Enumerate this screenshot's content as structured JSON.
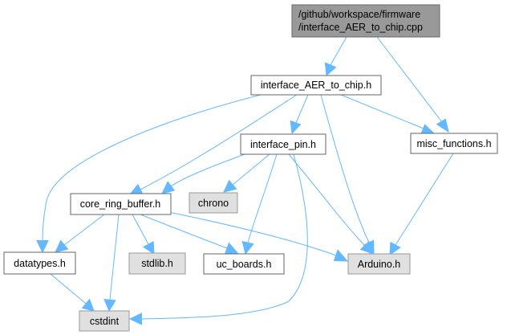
{
  "root": {
    "line1": "/github/workspace/firmware",
    "line2": "/interface_AER_to_chip.cpp"
  },
  "nodes": {
    "interface_aer": "interface_AER_to_chip.h",
    "interface_pin": "interface_pin.h",
    "misc_functions": "misc_functions.h",
    "chrono": "chrono",
    "core_ring_buffer": "core_ring_buffer.h",
    "datatypes": "datatypes.h",
    "stdlib": "stdlib.h",
    "uc_boards": "uc_boards.h",
    "arduino": "Arduino.h",
    "cstdint": "cstdint"
  },
  "colors": {
    "edge": "#63b8ff",
    "root_fill": "#999999",
    "internal_fill": "#ffffff",
    "external_fill": "#e0e0e0"
  }
}
